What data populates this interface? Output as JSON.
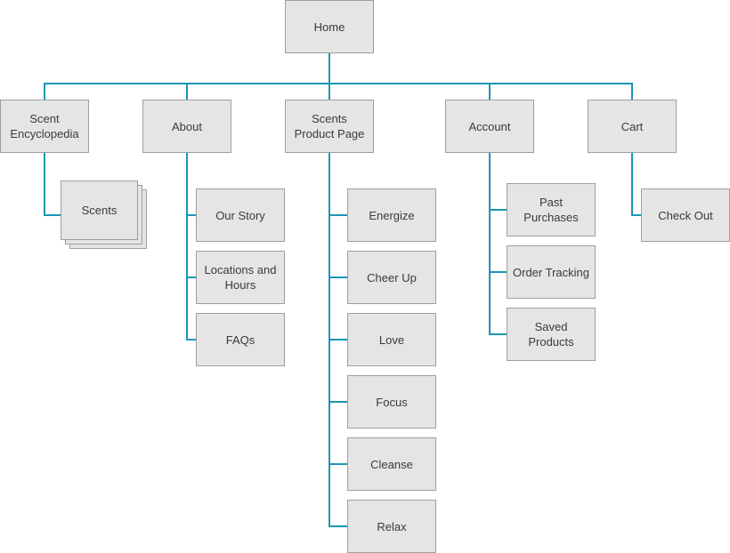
{
  "diagram": {
    "root": {
      "label": "Home"
    },
    "sections": [
      {
        "label": "Scent Encyclopedia",
        "children": [
          "Scents"
        ]
      },
      {
        "label": "About",
        "children": [
          "Our Story",
          "Locations and Hours",
          "FAQs"
        ]
      },
      {
        "label": "Scents Product Page",
        "children": [
          "Energize",
          "Cheer Up",
          "Love",
          "Focus",
          "Cleanse",
          "Relax"
        ]
      },
      {
        "label": "Account",
        "children": [
          "Past Purchases",
          "Order Tracking",
          "Saved Products"
        ]
      },
      {
        "label": "Cart",
        "children": [
          "Check Out"
        ]
      }
    ]
  },
  "colors": {
    "connector": "#1a96b5",
    "box_fill": "#e5e5e5",
    "box_border": "#9e9e9e",
    "text": "#3a3a3a"
  }
}
